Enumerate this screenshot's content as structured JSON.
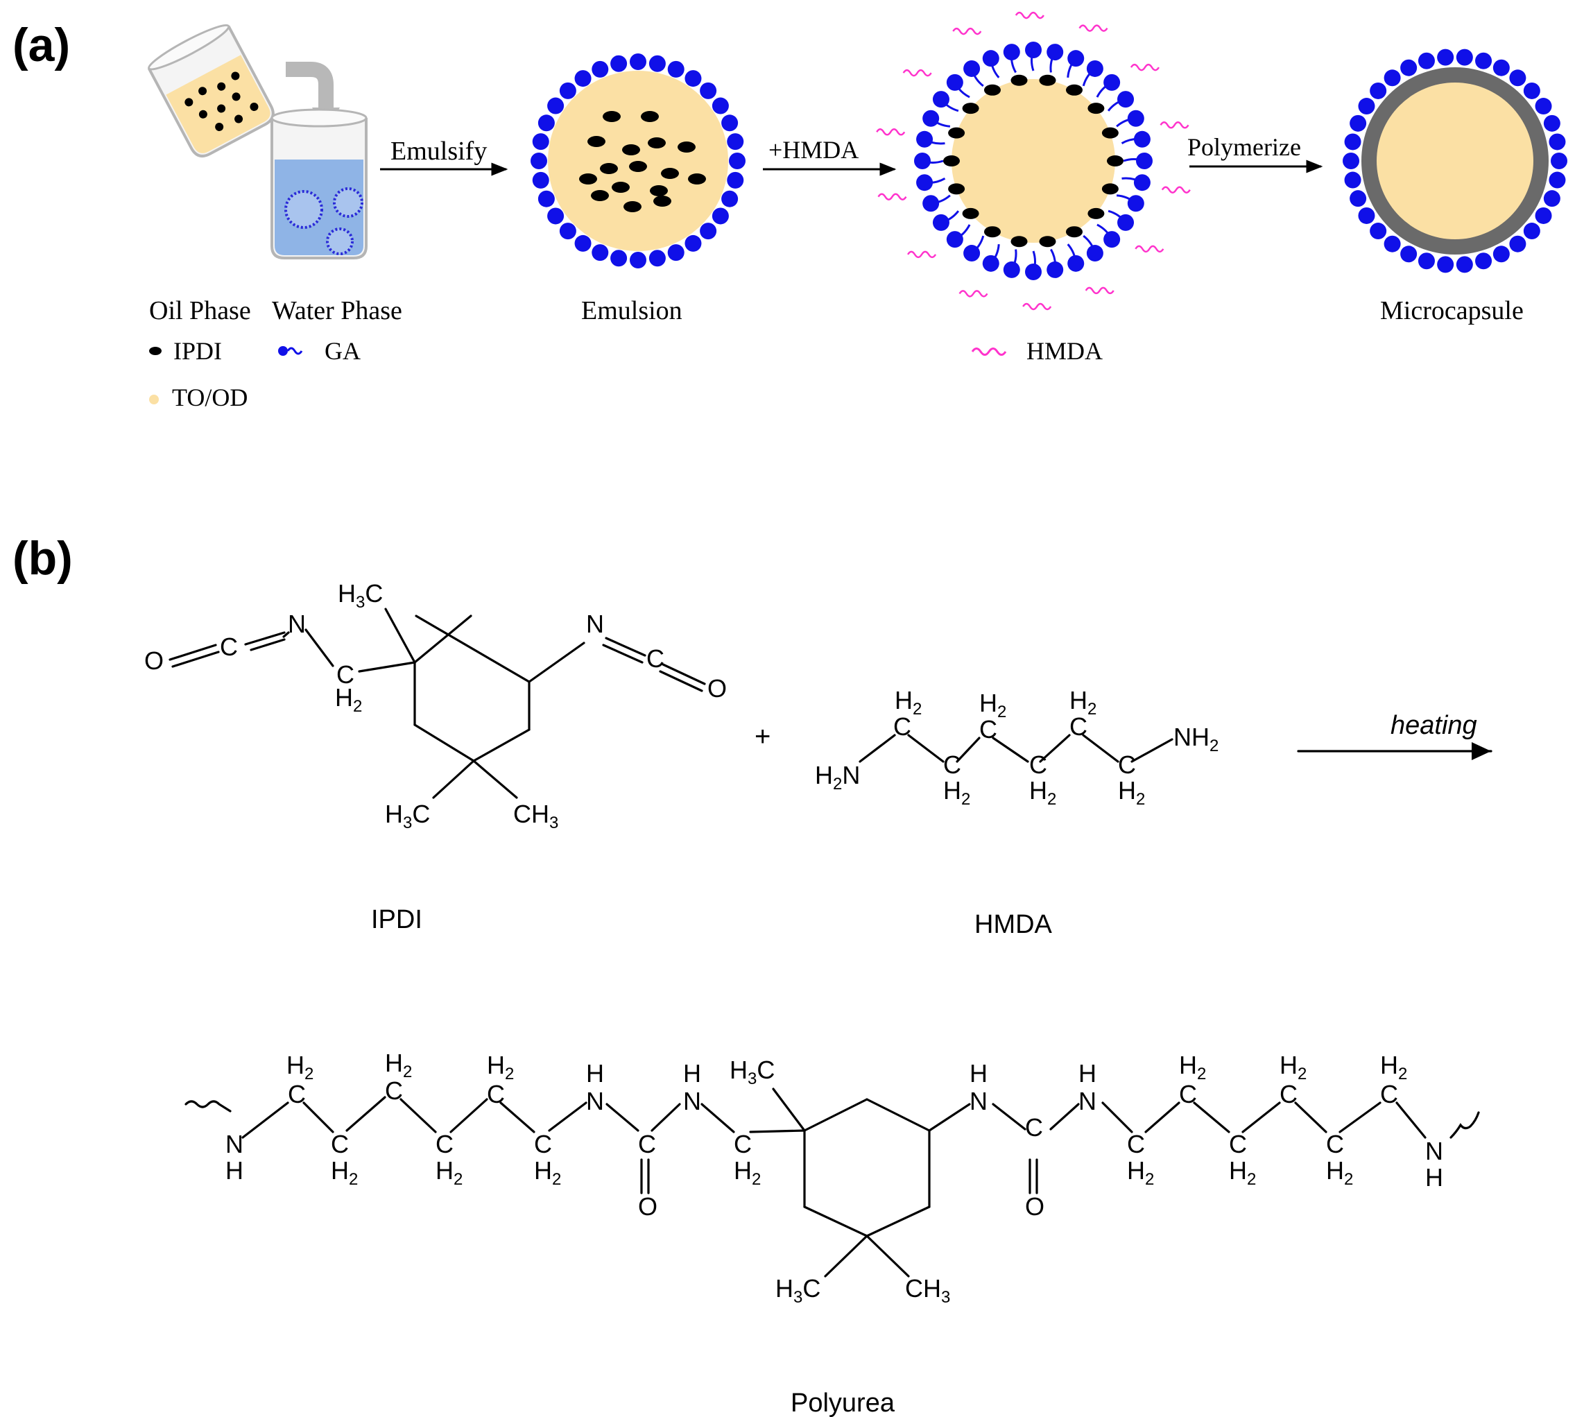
{
  "panel_a": {
    "label": "(a)",
    "step_labels": {
      "emulsify": "Emulsify",
      "add_hmda": "+HMDA",
      "polymerize": "Polymerize"
    },
    "captions": {
      "oil_phase": "Oil Phase",
      "water_phase": "Water Phase",
      "emulsion": "Emulsion",
      "microcapsule": "Microcapsule"
    },
    "legend": {
      "ipdi": "IPDI",
      "ga": "GA",
      "to_od": "TO/OD",
      "hmda": "HMDA"
    },
    "colors": {
      "oil": "#fbe0a4",
      "surfactant": "#1010e8",
      "hmda": "#ff33cc",
      "ipdi": "#000000",
      "water": "#8fb4e6",
      "shell": "#6a6a6a"
    }
  },
  "panel_b": {
    "label": "(b)",
    "reagents": {
      "ipdi_name": "IPDI",
      "hmda_name": "HMDA",
      "plus": "+",
      "condition": "heating"
    },
    "product_name": "Polyurea",
    "atoms": {
      "o": "O",
      "c": "C",
      "n": "N",
      "h": "H",
      "sub2": "2",
      "sub3": "3"
    }
  }
}
